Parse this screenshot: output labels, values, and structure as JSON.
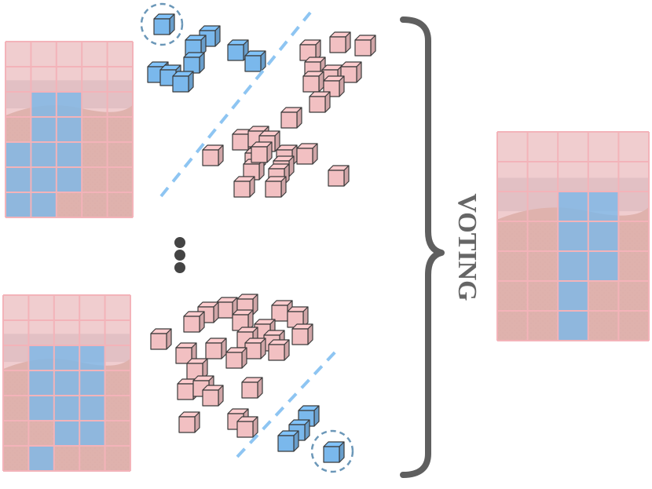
{
  "label": "VOTING",
  "colors": {
    "positive_cube": "#7ab8ec",
    "negative_cube": "#f2c0c2",
    "cube_stroke": "#3b3b3b",
    "separator": "#8ec5f2",
    "brace": "#5f5f5f",
    "label": "#666666",
    "grid_tint": "#f5c6cb",
    "grid_line": "#f3b3b9",
    "highlight": "#79b8ea",
    "photo_sky": "#e8d4d6",
    "photo_sea": "#c9b8bc",
    "photo_rock": "#c49a8a"
  },
  "icons": [
    "ellipsis-vertical-icon",
    "curly-brace-icon",
    "dashed-circle-icon"
  ],
  "input_grids": [
    {
      "rows": 7,
      "cols": 5,
      "highlight": [
        [
          3,
          2
        ],
        [
          3,
          3
        ],
        [
          4,
          2
        ],
        [
          4,
          3
        ],
        [
          5,
          1
        ],
        [
          5,
          2
        ],
        [
          5,
          3
        ],
        [
          6,
          1
        ],
        [
          6,
          2
        ],
        [
          6,
          3
        ],
        [
          7,
          1
        ],
        [
          7,
          2
        ]
      ]
    },
    {
      "rows": 7,
      "cols": 5,
      "highlight": [
        [
          3,
          2
        ],
        [
          3,
          3
        ],
        [
          3,
          4
        ],
        [
          4,
          2
        ],
        [
          4,
          3
        ],
        [
          4,
          4
        ],
        [
          5,
          2
        ],
        [
          5,
          3
        ],
        [
          5,
          4
        ],
        [
          6,
          3
        ],
        [
          6,
          4
        ],
        [
          7,
          2
        ]
      ]
    }
  ],
  "output_grid": {
    "rows": 7,
    "cols": 5,
    "highlight": [
      [
        3,
        3
      ],
      [
        3,
        4
      ],
      [
        4,
        3
      ],
      [
        4,
        4
      ],
      [
        5,
        3
      ],
      [
        5,
        4
      ],
      [
        6,
        3
      ],
      [
        7,
        3
      ]
    ]
  }
}
